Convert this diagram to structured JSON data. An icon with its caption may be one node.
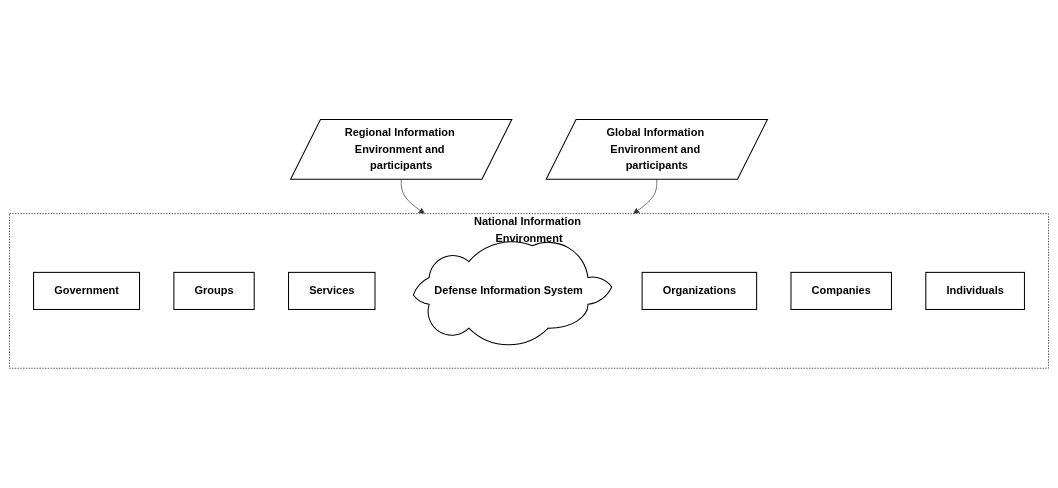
{
  "diagram": {
    "nodes": [
      {
        "text": [
          "Regional Information Environment and participants"
        ]
      },
      {
        "text": [
          "Global Information Environment and participants"
        ]
      },
      {
        "text": [
          "National Information Environment"
        ]
      },
      {
        "text": [
          "Government"
        ],
        "in": 2
      },
      {
        "text": [
          "Groups"
        ],
        "in": 2
      },
      {
        "text": [
          "Services"
        ],
        "in": 2
      },
      {
        "text": [
          "Defense Information System"
        ],
        "in": 2
      },
      {
        "text": [
          "Organizations"
        ],
        "in": 2
      },
      {
        "text": [
          "Companies"
        ],
        "in": 2
      },
      {
        "text": [
          "Individuals"
        ],
        "in": 2
      }
    ],
    "edges": [
      {
        "from": 0,
        "to": 2,
        "arrow": "to"
      },
      {
        "from": 1,
        "to": 2,
        "arrow": "to"
      }
    ]
  }
}
